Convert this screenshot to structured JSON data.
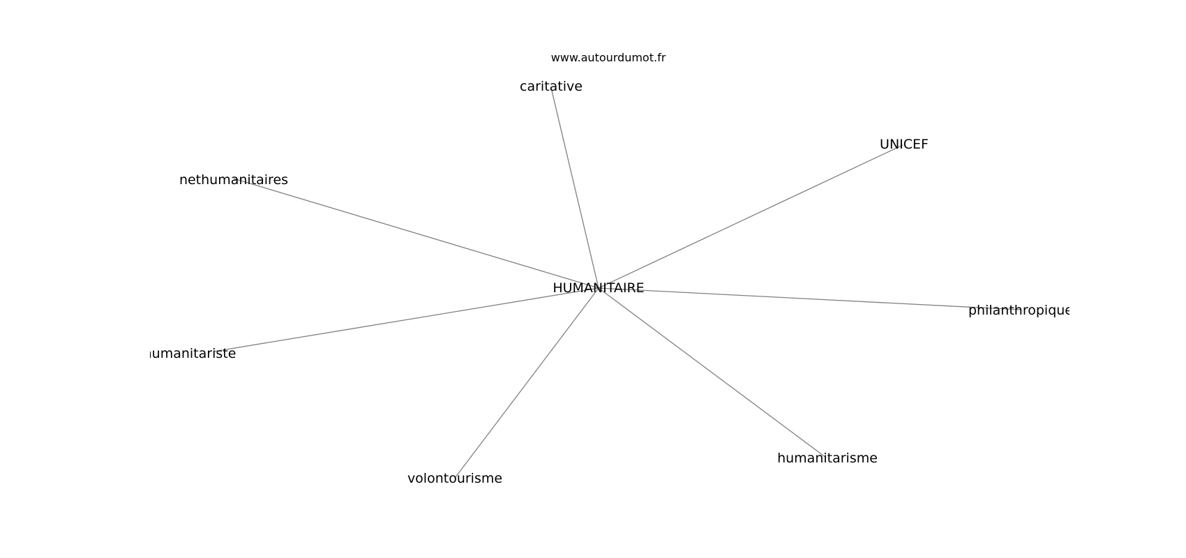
{
  "site": "www.autourdumot.fr",
  "center": {
    "label": "HUMANITAIRE"
  },
  "nodes": [
    {
      "id": "caritative",
      "label": "caritative"
    },
    {
      "id": "unicef",
      "label": "UNICEF"
    },
    {
      "id": "nethumanitaires",
      "label": "nethumanitaires"
    },
    {
      "id": "philanthropique",
      "label": "philanthropique"
    },
    {
      "id": "humanitariste",
      "label": "humanitariste"
    },
    {
      "id": "humanitarisme",
      "label": "humanitarisme"
    },
    {
      "id": "volontourisme",
      "label": "volontourisme"
    }
  ],
  "edges": [
    {
      "from": "HUMANITAIRE",
      "to": "caritative"
    },
    {
      "from": "HUMANITAIRE",
      "to": "unicef"
    },
    {
      "from": "HUMANITAIRE",
      "to": "nethumanitaires"
    },
    {
      "from": "HUMANITAIRE",
      "to": "philanthropique"
    },
    {
      "from": "HUMANITAIRE",
      "to": "humanitariste"
    },
    {
      "from": "HUMANITAIRE",
      "to": "humanitarisme"
    },
    {
      "from": "HUMANITAIRE",
      "to": "volontourisme"
    }
  ],
  "colors": {
    "edge": "#808080",
    "text": "#000000",
    "background": "#ffffff"
  }
}
